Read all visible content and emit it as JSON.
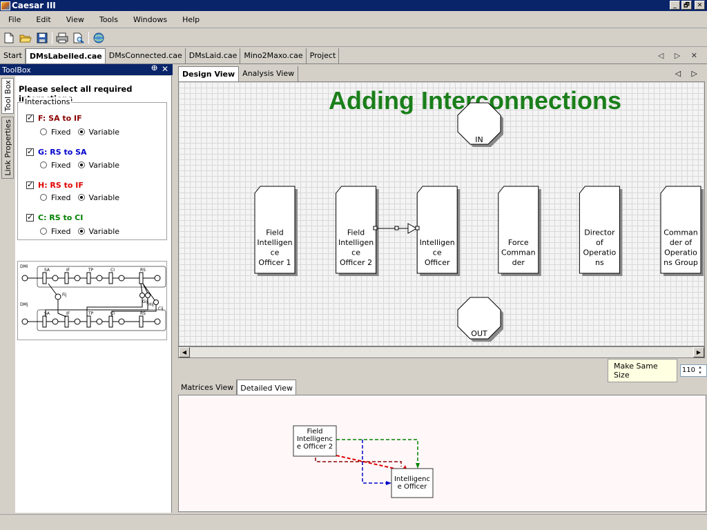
{
  "window": {
    "title": "Caesar III",
    "controls": [
      "_",
      "🗗",
      "✕"
    ]
  },
  "menu": [
    "File",
    "Edit",
    "View",
    "Tools",
    "Windows",
    "Help"
  ],
  "toolbar_icons": [
    "new-file-icon",
    "open-folder-icon",
    "save-icon",
    "print-icon",
    "print-preview-icon",
    "web-icon"
  ],
  "doc_tabs": [
    {
      "label": "Start",
      "active": false
    },
    {
      "label": "DMsLabelled.cae",
      "active": true
    },
    {
      "label": "DMsConnected.cae",
      "active": false
    },
    {
      "label": "DMsLaid.cae",
      "active": false
    },
    {
      "label": "Mino2Maxo.cae",
      "active": false
    },
    {
      "label": "Project",
      "active": false
    }
  ],
  "doc_tab_nav": "◁ ▷ ✕",
  "side_tabs": [
    "Tool Box",
    "Link Properties"
  ],
  "toolbox": {
    "header": "ToolBox",
    "pin": "ⴲ",
    "close": "✕",
    "title": "Please select all required interactions",
    "group_label": "Interactions",
    "interactions": [
      {
        "label": "F: SA to IF",
        "color": "#8b0000",
        "checked": true,
        "fixed": "Fixed",
        "variable": "Variable",
        "selected": "Variable"
      },
      {
        "label": "G: RS to SA",
        "color": "#0000cc",
        "checked": true,
        "fixed": "Fixed",
        "variable": "Variable",
        "selected": "Variable"
      },
      {
        "label": "H: RS to IF",
        "color": "#e00000",
        "checked": true,
        "fixed": "Fixed",
        "variable": "Variable",
        "selected": "Variable"
      },
      {
        "label": "C: RS to CI",
        "color": "#008000",
        "checked": true,
        "fixed": "Fixed",
        "variable": "Variable",
        "selected": "Variable"
      }
    ],
    "figure_labels": {
      "dm_i": "DMi",
      "dm_j": "DMj",
      "stages": [
        "SA",
        "IF",
        "TP",
        "CI",
        "RS"
      ],
      "fij": "Fij",
      "gij": "Gij",
      "hij": "Hij",
      "cij": "Cij"
    }
  },
  "design": {
    "tabs": [
      {
        "label": "Design View",
        "active": true
      },
      {
        "label": "Analysis View",
        "active": false
      }
    ],
    "nav": "◁ ▷",
    "headline": "Adding Interconnections",
    "in_label": "IN",
    "out_label": "OUT",
    "nodes": [
      {
        "lines": [
          "Field",
          "Intelligen",
          "ce",
          "Officer 1"
        ]
      },
      {
        "lines": [
          "Field",
          "Intelligen",
          "ce",
          "Officer 2"
        ]
      },
      {
        "lines": [
          "Intelligen",
          "ce",
          "Officer"
        ]
      },
      {
        "lines": [
          "Force",
          "Comman",
          "der"
        ]
      },
      {
        "lines": [
          "Director",
          "of",
          "Operatio",
          "ns"
        ]
      },
      {
        "lines": [
          "Comman",
          "der of",
          "Operatio",
          "ns Group"
        ]
      }
    ]
  },
  "samesize": {
    "button": "Make Same Size",
    "value": "110"
  },
  "bottom": {
    "tabs": [
      {
        "label": "Matrices View",
        "active": false
      },
      {
        "label": "Detailed View",
        "active": true
      }
    ],
    "source": {
      "lines": [
        "Field",
        "Intelligenc",
        "e Officer 2"
      ]
    },
    "target": {
      "lines": [
        "Intelligenc",
        "e Officer"
      ]
    },
    "link_colors": {
      "f": "#8b0000",
      "g": "#0000cc",
      "h": "#e00000",
      "c": "#008000"
    }
  }
}
